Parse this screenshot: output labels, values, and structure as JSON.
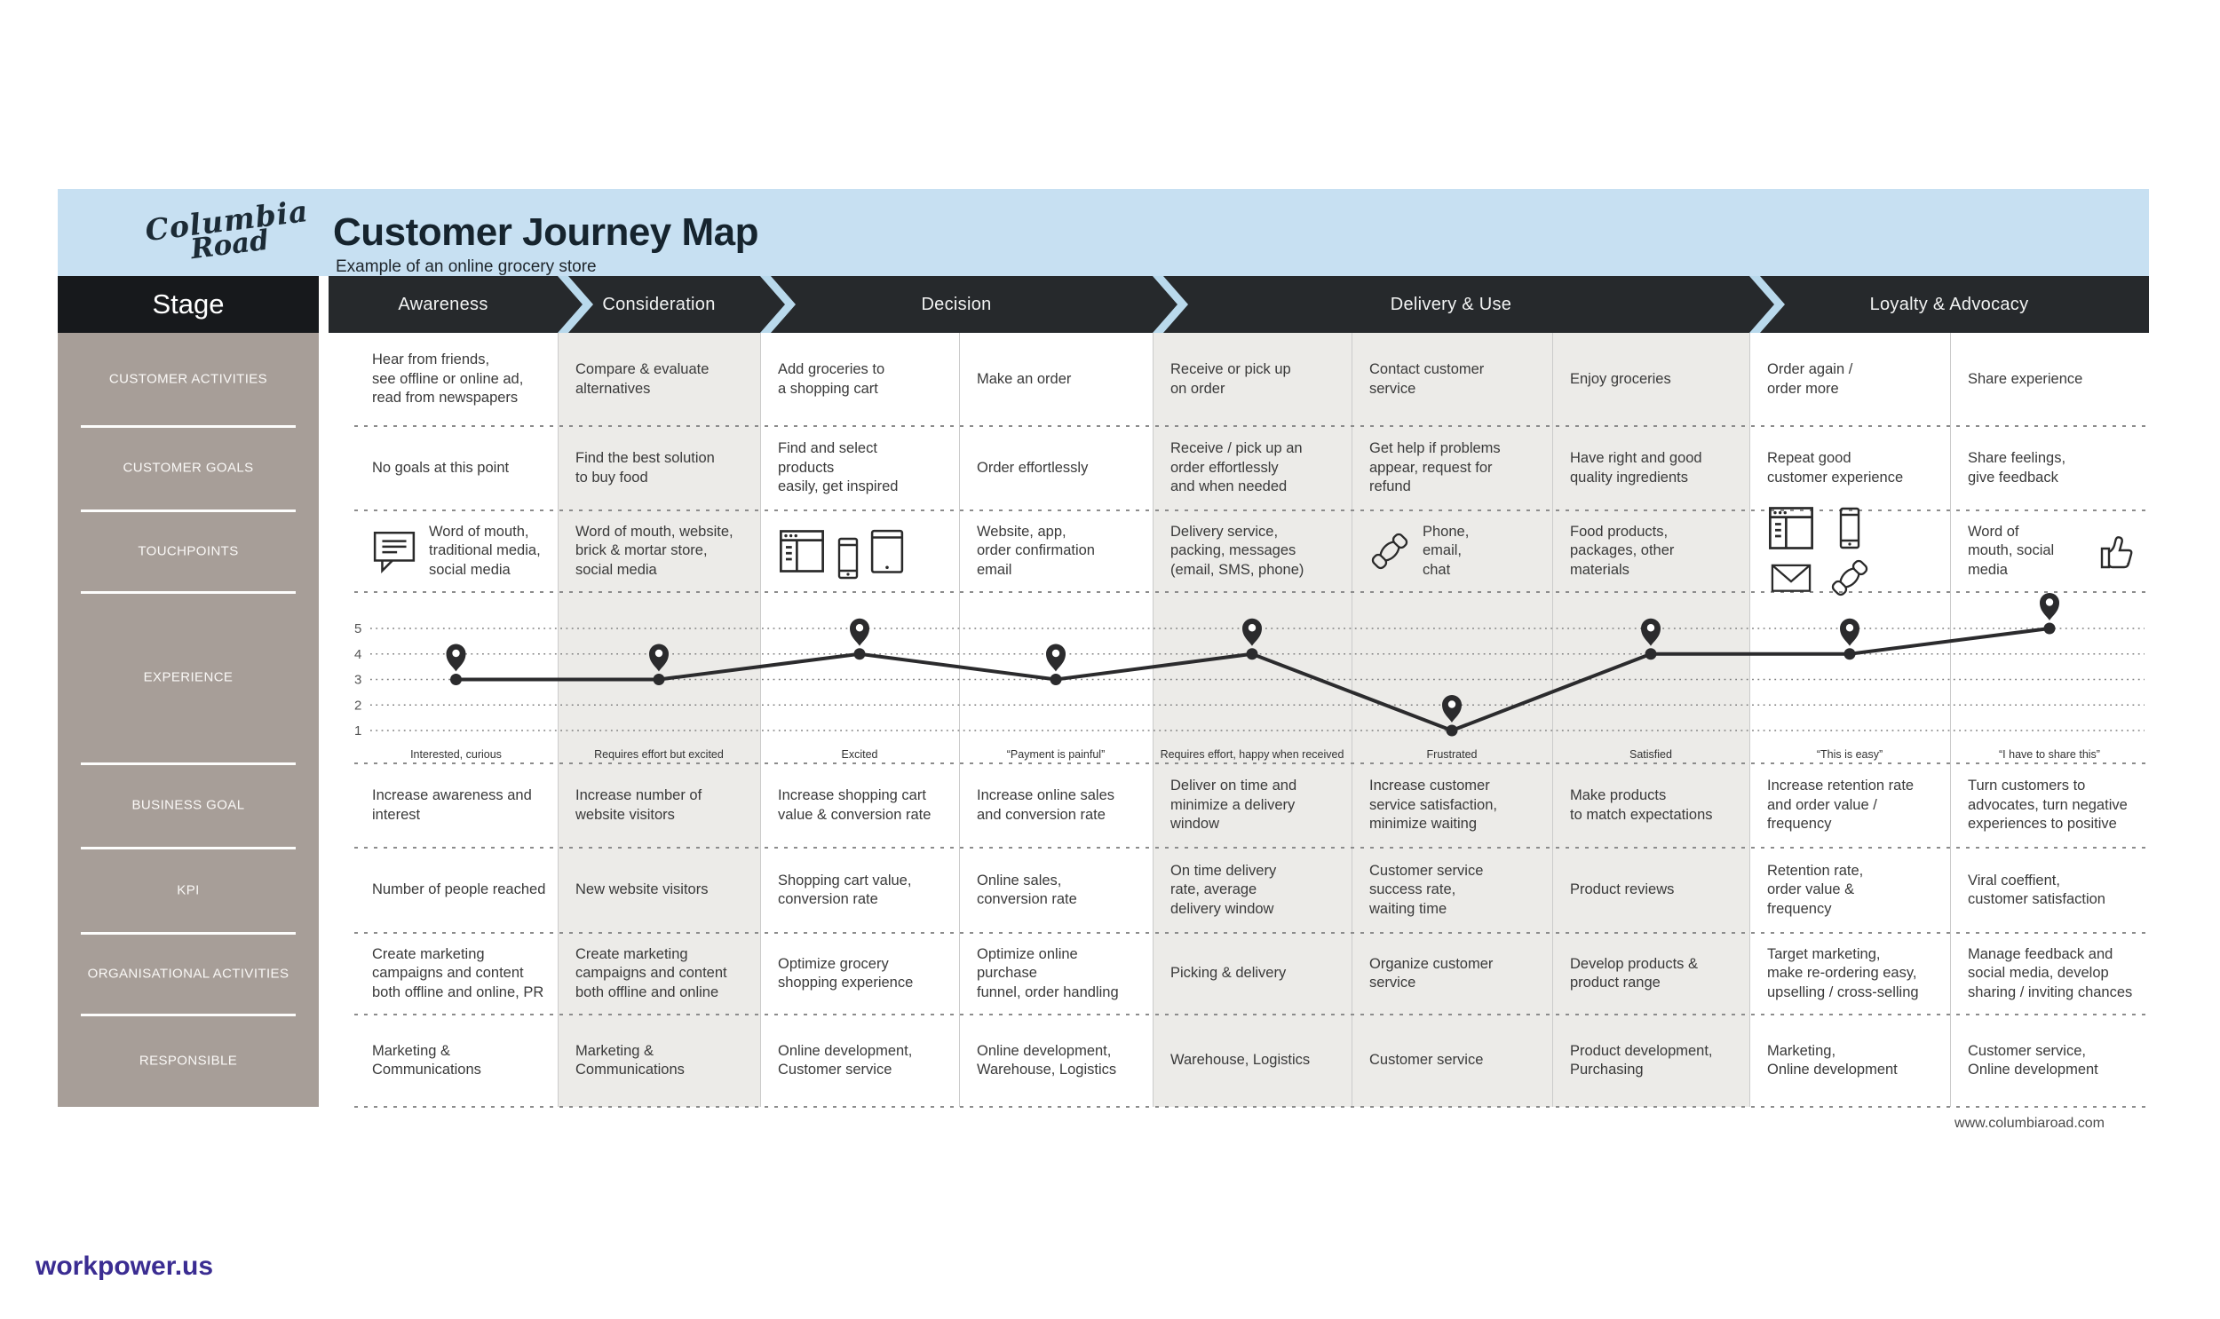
{
  "header": {
    "logo_line1": "Columbia",
    "logo_line2": "Road",
    "title": "Customer Journey Map",
    "subtitle": "Example of an online grocery store",
    "stage_label": "Stage"
  },
  "stages": [
    {
      "label": "Awareness",
      "columns": 1,
      "shade": "white"
    },
    {
      "label": "Consideration",
      "columns": 1,
      "shade": "gray"
    },
    {
      "label": "Decision",
      "columns": 2,
      "shade": "white"
    },
    {
      "label": "Delivery & Use",
      "columns": 3,
      "shade": "gray"
    },
    {
      "label": "Loyalty & Advocacy",
      "columns": 2,
      "shade": "white"
    }
  ],
  "sidebar": {
    "rows": [
      "CUSTOMER ACTIVITIES",
      "CUSTOMER GOALS",
      "TOUCHPOINTS",
      "EXPERIENCE",
      "BUSINESS GOAL",
      "KPI",
      "ORGANISATIONAL ACTIVITIES",
      "RESPONSIBLE"
    ]
  },
  "columns": [
    {
      "activities": "Hear from friends,\nsee offline or online ad,\nread from newspapers",
      "goals": "No goals at this point",
      "touchpoints": {
        "icons": [
          "speech-bubble-icon"
        ],
        "icons_position": "before",
        "text": "Word of mouth,\ntraditional media,\nsocial media"
      },
      "business_goal": "Increase awareness and\ninterest",
      "kpi": "Number of people reached",
      "org": "Create marketing\ncampaigns and content\nboth offline and online, PR",
      "responsible": "Marketing &\nCommunications"
    },
    {
      "activities": "Compare & evaluate\nalternatives",
      "goals": "Find the best solution\nto buy food",
      "touchpoints": {
        "icons": [],
        "icons_position": "none",
        "text": "Word of mouth, website,\nbrick & mortar store,\nsocial media"
      },
      "business_goal": "Increase number of\nwebsite visitors",
      "kpi": "New website visitors",
      "org": "Create marketing\ncampaigns and content\nboth offline and online",
      "responsible": "Marketing &\nCommunications"
    },
    {
      "activities": "Add groceries to\na shopping cart",
      "goals": "Find and select\nproducts\neasily, get inspired",
      "touchpoints": {
        "icons": [
          "browser-icon",
          "smartphone-icon",
          "tablet-icon"
        ],
        "icons_position": "only",
        "text": ""
      },
      "business_goal": "Increase shopping cart\nvalue & conversion rate",
      "kpi": "Shopping cart value,\nconversion rate",
      "org": "Optimize grocery\nshopping experience",
      "responsible": "Online development,\nCustomer service"
    },
    {
      "activities": "Make an order",
      "goals": "Order effortlessly",
      "touchpoints": {
        "icons": [],
        "icons_position": "none",
        "text": "Website, app,\norder confirmation\nemail"
      },
      "business_goal": "Increase online sales\nand conversion rate",
      "kpi": "Online sales,\nconversion rate",
      "org": "Optimize online\npurchase\nfunnel, order handling",
      "responsible": "Online development,\nWarehouse, Logistics"
    },
    {
      "activities": "Receive or pick up\non order",
      "goals": "Receive / pick up an\norder effortlessly\nand when needed",
      "touchpoints": {
        "icons": [],
        "icons_position": "none",
        "text": "Delivery service,\npacking, messages\n(email, SMS, phone)"
      },
      "business_goal": "Deliver on time and\nminimize a delivery\nwindow",
      "kpi": "On time delivery\nrate, average\ndelivery window",
      "org": "Picking & delivery",
      "responsible": "Warehouse, Logistics"
    },
    {
      "activities": "Contact customer\nservice",
      "goals": "Get help if problems\nappear, request for\nrefund",
      "touchpoints": {
        "icons": [
          "phone-handset-icon"
        ],
        "icons_position": "before",
        "text": "Phone,\nemail,\nchat"
      },
      "business_goal": "Increase customer\nservice satisfaction,\nminimize waiting",
      "kpi": "Customer service\nsuccess rate,\nwaiting time",
      "org": "Organize customer\nservice",
      "responsible": "Customer service"
    },
    {
      "activities": "Enjoy groceries",
      "goals": "Have right and good\nquality ingredients",
      "touchpoints": {
        "icons": [],
        "icons_position": "none",
        "text": "Food products,\npackages, other\nmaterials"
      },
      "business_goal": "Make products\nto match expectations",
      "kpi": "Product reviews",
      "org": "Develop products &\nproduct range",
      "responsible": "Product development,\nPurchasing"
    },
    {
      "activities": "Order again /\norder more",
      "goals": "Repeat good\ncustomer experience",
      "touchpoints": {
        "icons": [
          "browser-icon",
          "smartphone-icon",
          "envelope-icon",
          "phone-handset-icon"
        ],
        "icons_position": "only",
        "text": ""
      },
      "business_goal": "Increase retention rate\nand order value /\nfrequency",
      "kpi": "Retention rate,\norder value &\nfrequency",
      "org": "Target marketing,\nmake re-ordering easy,\nupselling / cross-selling",
      "responsible": "Marketing,\nOnline development"
    },
    {
      "activities": "Share experience",
      "goals": "Share feelings,\ngive feedback",
      "touchpoints": {
        "icons": [
          "thumbs-up-icon"
        ],
        "icons_position": "after",
        "text": "Word of\nmouth, social\nmedia"
      },
      "business_goal": "Turn customers to\nadvocates, turn negative\nexperiences to positive",
      "kpi": "Viral coeffient,\ncustomer satisfaction",
      "org": "Manage feedback and\nsocial media, develop\nsharing / inviting chances",
      "responsible": "Customer service,\nOnline development"
    }
  ],
  "chart_data": {
    "type": "line",
    "title": "EXPERIENCE",
    "x_categories": [
      "Awareness",
      "Consideration",
      "Add groceries to a shopping cart",
      "Make an order",
      "Receive or pick up on order",
      "Contact customer service",
      "Enjoy groceries",
      "Order again / order more",
      "Share experience"
    ],
    "values": [
      3,
      3,
      4,
      3,
      4,
      1,
      4,
      4,
      5
    ],
    "point_captions": [
      "Interested, curious",
      "Requires effort but excited",
      "Excited",
      "“Payment is painful”",
      "Requires effort, happy when received",
      "Frustrated",
      "Satisfied",
      "“This is easy”",
      "“I have to share this”"
    ],
    "yticks": [
      "5",
      "4",
      "3",
      "2",
      "1"
    ],
    "ylim": [
      1,
      5
    ],
    "grid": true,
    "marker": "map-pin",
    "legend": "none"
  },
  "footer": {
    "site": "www.columbiaroad.com",
    "watermark": "workpower.us"
  },
  "colors": {
    "header_band": "#c7e0f2",
    "stage_dark": "#26292c",
    "stage_side_dark": "#17191c",
    "chevron_gap_blue": "#b9d9ec",
    "sidebar_taupe": "#a79e98",
    "gray_column": "#ecebe8",
    "line_dark": "#2b2b2d",
    "watermark_purple": "#3b2d92"
  }
}
